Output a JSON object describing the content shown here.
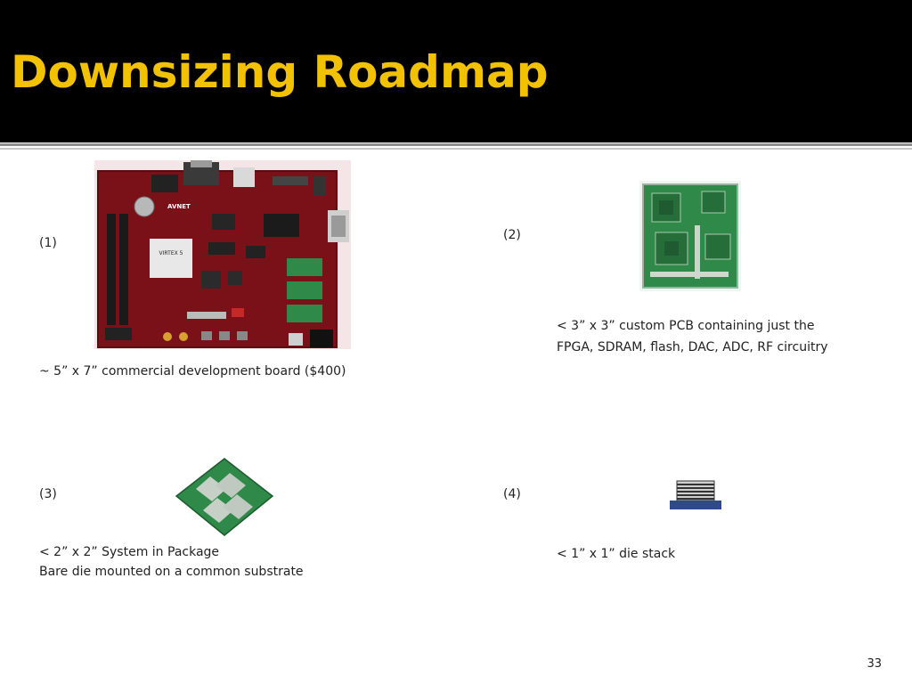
{
  "slide": {
    "title": "Downsizing Roadmap",
    "page_number": "33"
  },
  "items": [
    {
      "label": "(1)",
      "caption_lines": [
        "~ 5” x 7” commercial development board ($400)"
      ],
      "board_logo": "AVNET",
      "chip_label": "VIRTEX 5"
    },
    {
      "label": "(2)",
      "caption_lines": [
        "< 3” x 3” custom PCB containing just the",
        "FPGA, SDRAM, flash, DAC, ADC, RF circuitry"
      ]
    },
    {
      "label": "(3)",
      "caption_lines": [
        "< 2” x 2” System in Package",
        "Bare die mounted on a common substrate"
      ]
    },
    {
      "label": "(4)",
      "caption_lines": [
        "< 1” x 1” die stack"
      ]
    }
  ],
  "colors": {
    "header_bg": "#000000",
    "title": "#f2c200",
    "board_red": "#7a1018",
    "pcb_green": "#2f8a4a"
  }
}
